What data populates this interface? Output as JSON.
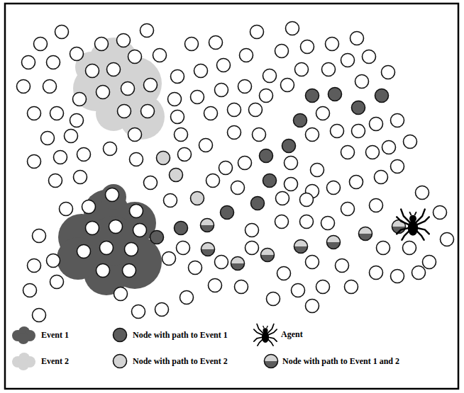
{
  "diagram": {
    "legend": [
      {
        "text": "Event 1",
        "color": "#595959"
      },
      {
        "text": "Node with path to Event 1",
        "color": "#5c5c5c"
      },
      {
        "text": "Agent"
      },
      {
        "text": "Event 2",
        "color": "#d3d3d3"
      },
      {
        "text": "Node with path to Event 2",
        "color": "#d4d4d4"
      },
      {
        "text": "Node with path to Event 1 and 2"
      }
    ]
  }
}
